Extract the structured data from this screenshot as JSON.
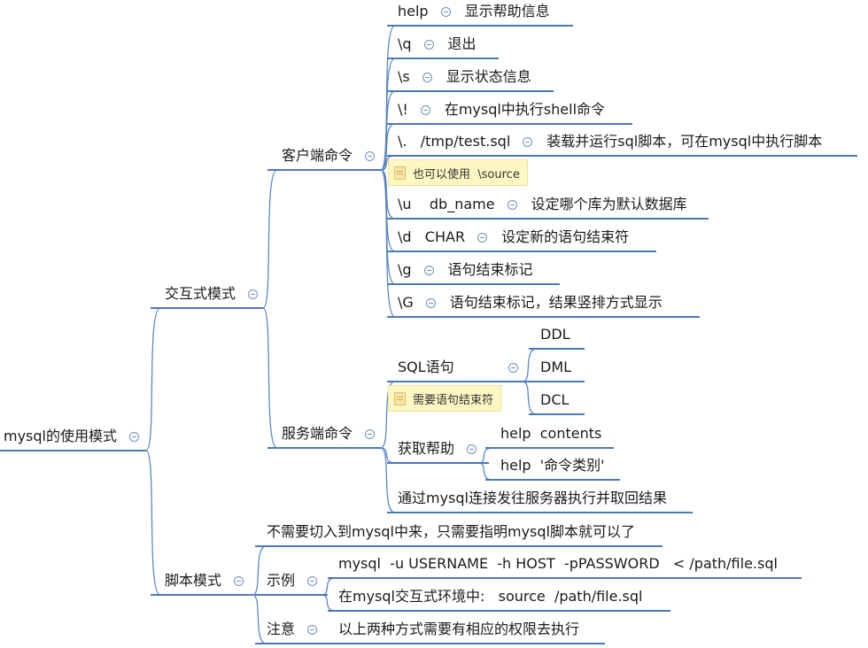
{
  "root": "mysql的使用模式",
  "interactive": {
    "label": "交互式模式",
    "client": {
      "label": "客户端命令",
      "items": [
        {
          "cmd": "help",
          "desc": "显示帮助信息"
        },
        {
          "cmd": "\\q",
          "desc": "退出"
        },
        {
          "cmd": "\\s",
          "desc": "显示状态信息"
        },
        {
          "cmd": "\\!",
          "desc": "在mysql中执行shell命令"
        },
        {
          "cmd": "\\.   /tmp/test.sql",
          "desc": "装载并运行sql脚本，可在mysql中执行脚本",
          "note": "也可以使用  \\source"
        },
        {
          "cmd": "\\u    db_name",
          "desc": "设定哪个库为默认数据库"
        },
        {
          "cmd": "\\d   CHAR",
          "desc": "设定新的语句结束符"
        },
        {
          "cmd": "\\g",
          "desc": "语句结束标记"
        },
        {
          "cmd": "\\G",
          "desc": "语句结束标记，结果竖排方式显示"
        }
      ]
    },
    "server": {
      "label": "服务端命令",
      "sql": {
        "label": "SQL语句",
        "note": "需要语句结束符",
        "children": [
          "DDL",
          "DML",
          "DCL"
        ]
      },
      "help": {
        "label": "获取帮助",
        "children": [
          "help  contents",
          "help  '命令类别'"
        ]
      },
      "connect": "通过mysql连接发往服务器执行并取回结果"
    }
  },
  "script": {
    "label": "脚本模式",
    "line1": "不需要切入到mysql中来，只需要指明mysql脚本就可以了",
    "example": {
      "label": "示例",
      "children": [
        "mysql  -u USERNAME  -h HOST  -pPASSWORD   < /path/file.sql",
        "在mysql交互式环境中:   source  /path/file.sql"
      ]
    },
    "note": {
      "label": "注意",
      "child": "以上两种方式需要有相应的权限去执行"
    }
  },
  "colors": {
    "line": "#5b87c5",
    "underline": "#4a78bd",
    "note_bg": "#fdf7c3"
  }
}
